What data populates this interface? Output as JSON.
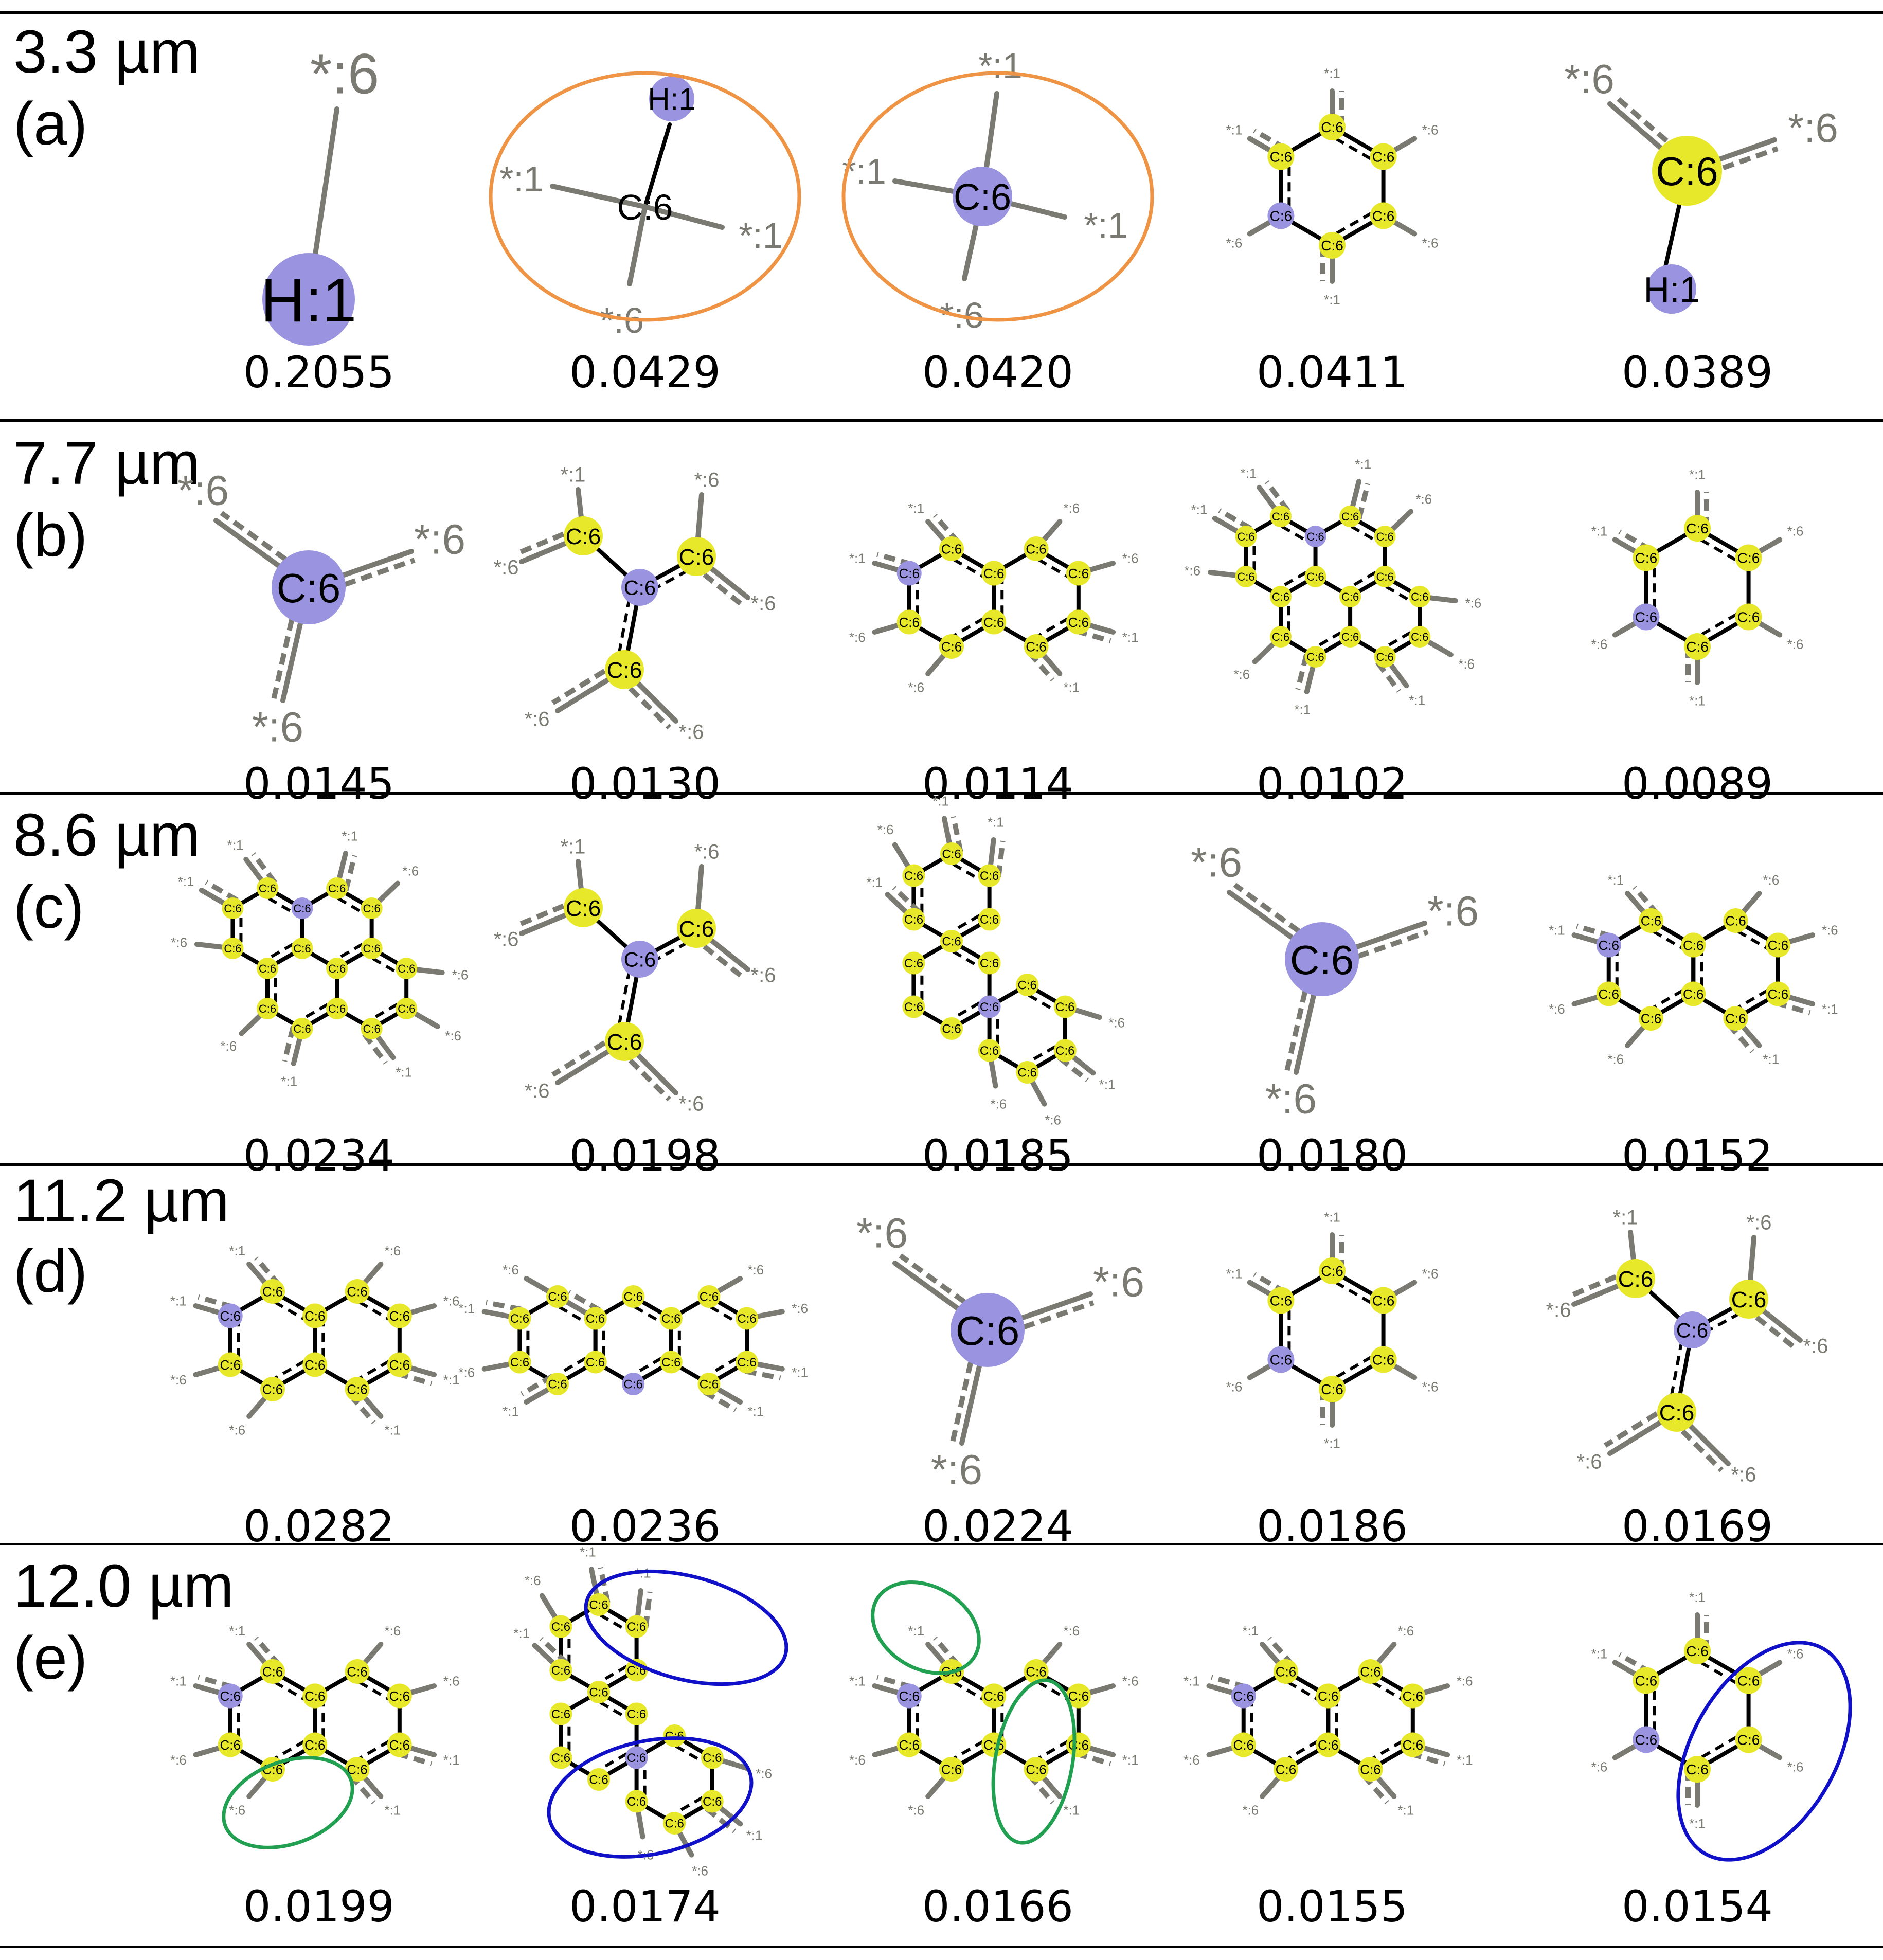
{
  "rows": [
    {
      "wavelength": "3.3 µm",
      "panel": "(a)",
      "items": [
        {
          "score": "0.2055",
          "fragment": "H-single",
          "center": "H:1",
          "neighbors": [
            "*:6"
          ],
          "highlight": "none"
        },
        {
          "score": "0.0429",
          "fragment": "sp3-C",
          "center": "C:6",
          "neighbors": [
            "H:1",
            "*:1",
            "*:1",
            "*:6"
          ],
          "highlight": "orange"
        },
        {
          "score": "0.0420",
          "fragment": "sp3-H",
          "center": "C:6",
          "neighbors": [
            "*:1",
            "*:1",
            "*:1",
            "*:6"
          ],
          "highlight": "orange"
        },
        {
          "score": "0.0411",
          "fragment": "ring-half",
          "center": "C:6",
          "neighbors": [],
          "highlight": "none"
        },
        {
          "score": "0.0389",
          "fragment": "CH-arom",
          "center": "C:6",
          "neighbors": [
            "*:6",
            "*:6",
            "H:1"
          ],
          "highlight": "none"
        }
      ]
    },
    {
      "wavelength": "7.7 µm",
      "panel": "(b)",
      "items": [
        {
          "score": "0.0145",
          "fragment": "C-three",
          "center": "C:6",
          "neighbors": [
            "*:6",
            "*:6",
            "*:6"
          ],
          "highlight": "none"
        },
        {
          "score": "0.0130",
          "fragment": "C-tree",
          "center": "C:6",
          "neighbors": [],
          "highlight": "none"
        },
        {
          "score": "0.0114",
          "fragment": "naph",
          "center": "C:6",
          "neighbors": [],
          "highlight": "none"
        },
        {
          "score": "0.0102",
          "fragment": "pyrene",
          "center": "C:6",
          "neighbors": [],
          "highlight": "none"
        },
        {
          "score": "0.0089",
          "fragment": "ring-half",
          "center": "C:6",
          "neighbors": [],
          "highlight": "none"
        }
      ]
    },
    {
      "wavelength": "8.6 µm",
      "panel": "(c)",
      "items": [
        {
          "score": "0.0234",
          "fragment": "pyrene",
          "center": "C:6",
          "neighbors": [],
          "highlight": "none"
        },
        {
          "score": "0.0198",
          "fragment": "C-tree",
          "center": "C:6",
          "neighbors": [],
          "highlight": "none"
        },
        {
          "score": "0.0185",
          "fragment": "phen",
          "center": "C:6",
          "neighbors": [],
          "highlight": "none"
        },
        {
          "score": "0.0180",
          "fragment": "C-three",
          "center": "C:6",
          "neighbors": [
            "*:6",
            "*:6",
            "*:6"
          ],
          "highlight": "none"
        },
        {
          "score": "0.0152",
          "fragment": "naph",
          "center": "C:6",
          "neighbors": [],
          "highlight": "none"
        }
      ]
    },
    {
      "wavelength": "11.2 µm",
      "panel": "(d)",
      "items": [
        {
          "score": "0.0282",
          "fragment": "naph",
          "center": "C:6",
          "neighbors": [],
          "highlight": "none"
        },
        {
          "score": "0.0236",
          "fragment": "anth",
          "center": "C:6",
          "neighbors": [],
          "highlight": "none"
        },
        {
          "score": "0.0224",
          "fragment": "C-three",
          "center": "C:6",
          "neighbors": [
            "*:6",
            "*:6",
            "*:6"
          ],
          "highlight": "none"
        },
        {
          "score": "0.0186",
          "fragment": "ring-half",
          "center": "C:6",
          "neighbors": [],
          "highlight": "none"
        },
        {
          "score": "0.0169",
          "fragment": "C-tree",
          "center": "C:6",
          "neighbors": [],
          "highlight": "none"
        }
      ]
    },
    {
      "wavelength": "12.0 µm",
      "panel": "(e)",
      "items": [
        {
          "score": "0.0199",
          "fragment": "naph",
          "center": "C:6",
          "neighbors": [],
          "highlight": "green"
        },
        {
          "score": "0.0174",
          "fragment": "phen",
          "center": "C:6",
          "neighbors": [],
          "highlight": "blue"
        },
        {
          "score": "0.0166",
          "fragment": "naph",
          "center": "C:6",
          "neighbors": [],
          "highlight": "green"
        },
        {
          "score": "0.0155",
          "fragment": "naph",
          "center": "C:6",
          "neighbors": [],
          "highlight": "none"
        },
        {
          "score": "0.0154",
          "fragment": "ring-half",
          "center": "C:6",
          "neighbors": [],
          "highlight": "blue"
        }
      ]
    }
  ],
  "labels": {
    "carbon": "C:6",
    "hydrogen": "H:1",
    "wild_c": "*:6",
    "wild_h": "*:1"
  },
  "colors": {
    "rule": "#000000",
    "carbon_atom": "#e8e82a",
    "center_atom": "#9a94e0",
    "bond": "#000000",
    "wild_bond": "#7a7a72",
    "wild_text": "#7a7a72",
    "highlight_orange": "#ee9444",
    "highlight_blue": "#1010c8",
    "highlight_green": "#22a052"
  }
}
